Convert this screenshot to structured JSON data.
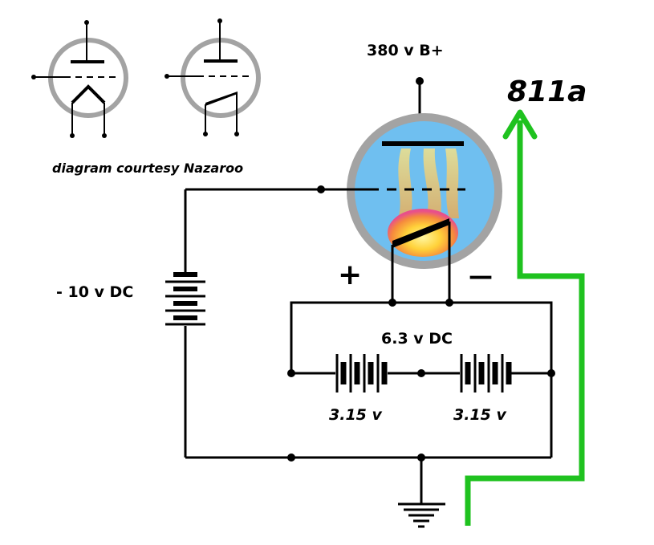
{
  "labels": {
    "b_plus": "380 v B+",
    "tube_name": "811a",
    "credit": "diagram courtesy Nazaroo",
    "grid_bias": "- 10 v DC",
    "filament_total": "6.3 v DC",
    "cell_left": "3.15 v",
    "cell_right": "3.15 v",
    "plus_sign": "+",
    "minus_sign": "—"
  },
  "colors": {
    "wire": "#000000",
    "tube_envelope": "#a3a3a3",
    "tube_glass": "#6fbff0",
    "flame_inner": "#ffe04a",
    "flame_outer": "#e8508a",
    "arrow": "#1fc21f"
  },
  "icons": {
    "tube_symbol_left": "triode-directly-heated-icon",
    "tube_symbol_right": "triode-filament-icon",
    "ground": "ground-icon",
    "battery": "battery-icon"
  }
}
